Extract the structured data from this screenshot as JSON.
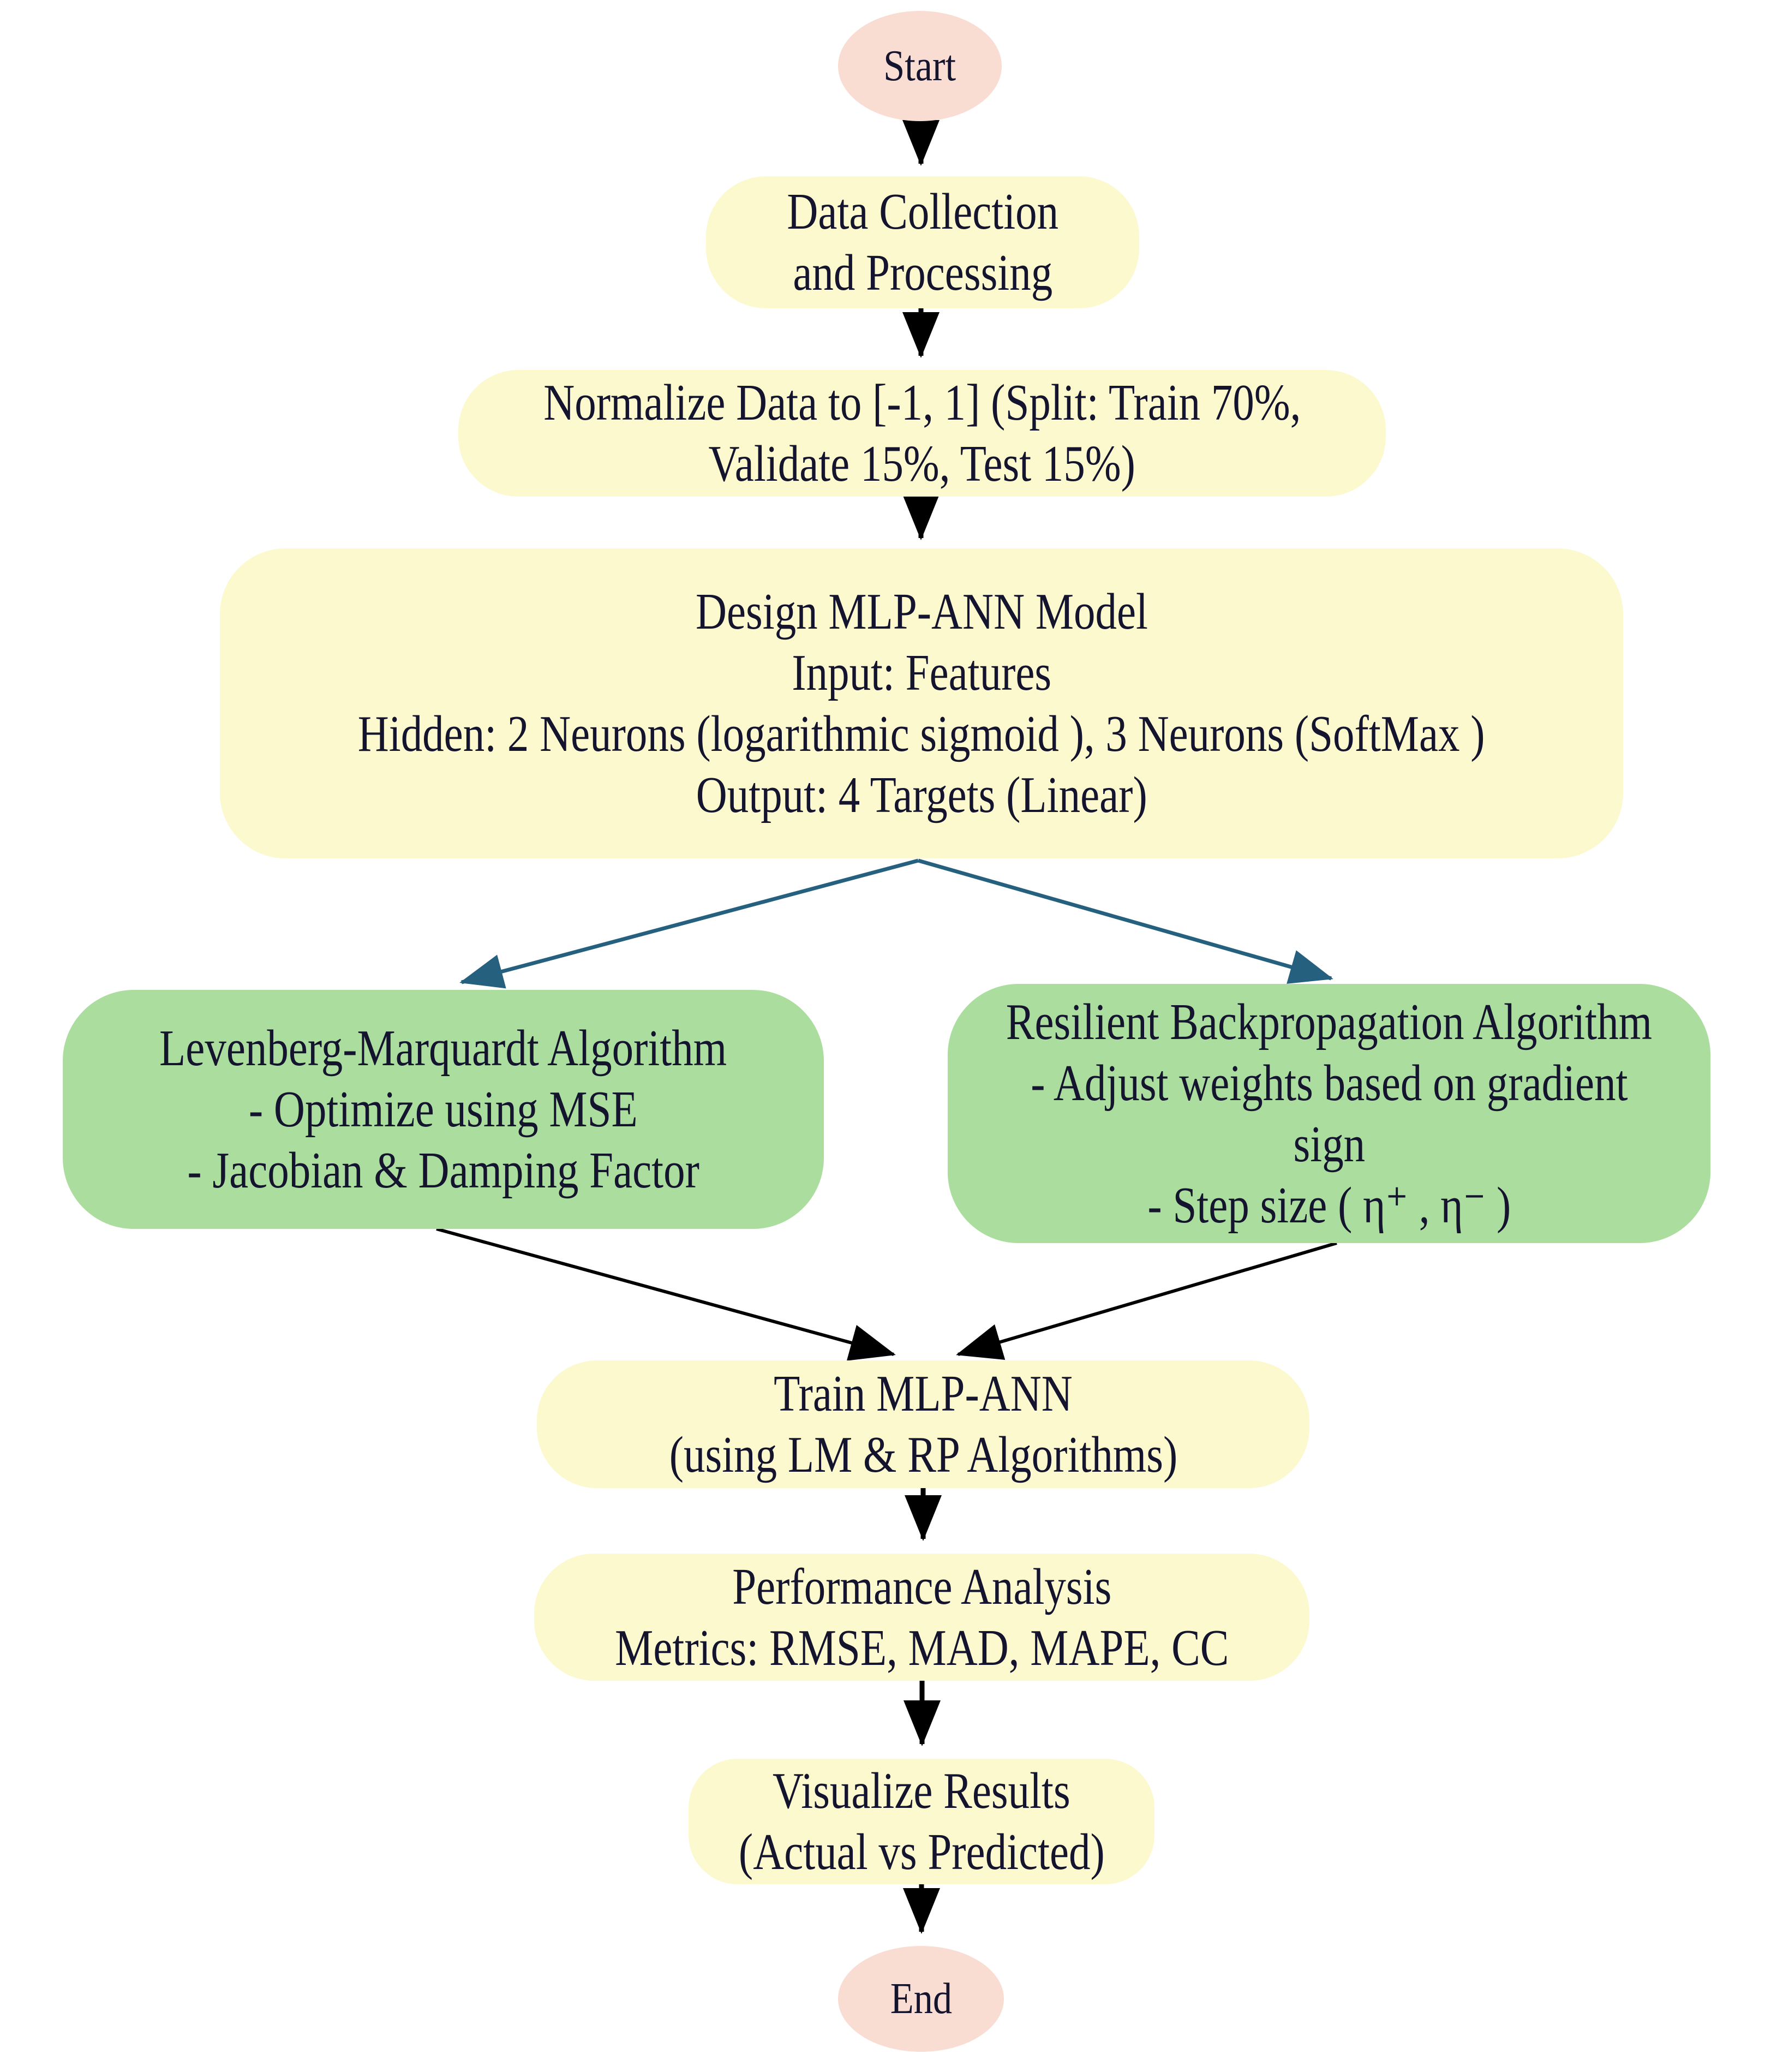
{
  "diagram_title": "MLP-ANN training flowchart",
  "colors": {
    "background": "#ffffff",
    "process_fill": "#FCF9CF",
    "algorithm_fill": "#ABDE9E",
    "terminator_fill": "#F9DCD2",
    "text": "#14142E",
    "flow_arrow": "#000000",
    "branch_arrow": "#26607F"
  },
  "nodes": {
    "start": {
      "label": "Start"
    },
    "data_collection": {
      "lines": [
        "Data Collection",
        "and Processing"
      ]
    },
    "normalize": {
      "lines": [
        "Normalize Data to [-1, 1] (Split: Train 70%,",
        "Validate 15%, Test 15%)"
      ]
    },
    "design": {
      "lines": [
        "Design MLP-ANN Model",
        "Input: Features",
        "Hidden: 2 Neurons (logarithmic sigmoid ), 3 Neurons (SoftMax )",
        "Output: 4 Targets (Linear)"
      ]
    },
    "levenberg_marquardt": {
      "lines": [
        "Levenberg-Marquardt Algorithm",
        "- Optimize using MSE",
        "- Jacobian & Damping Factor"
      ]
    },
    "resilient_backprop": {
      "lines": [
        "Resilient Backpropagation Algorithm",
        "- Adjust weights based on gradient",
        "sign",
        "- Step size ( η⁺ , η⁻ )"
      ]
    },
    "train": {
      "lines": [
        "Train MLP-ANN",
        "(using LM & RP Algorithms)"
      ]
    },
    "performance": {
      "lines": [
        "Performance Analysis",
        "Metrics: RMSE, MAD, MAPE, CC"
      ]
    },
    "visualize": {
      "lines": [
        "Visualize Results",
        "(Actual vs Predicted)"
      ]
    },
    "end": {
      "label": "End"
    }
  }
}
